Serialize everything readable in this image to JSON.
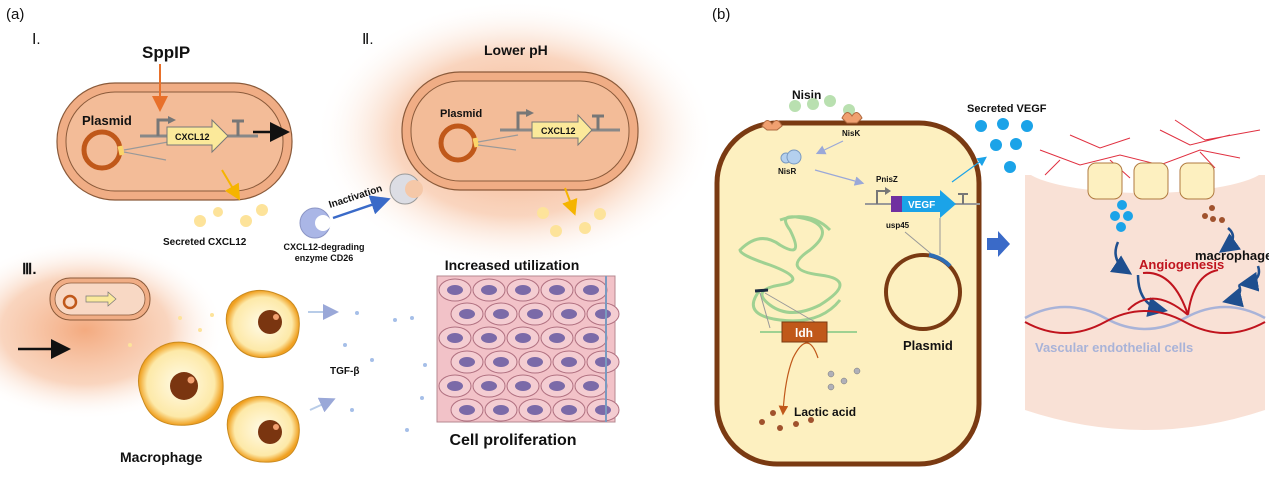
{
  "panel_a": {
    "label": "(a)",
    "step1": "Ⅰ.",
    "step2": "Ⅱ.",
    "step3": "Ⅲ.",
    "inducer": "SppIP",
    "plasmid": "Plasmid",
    "gene": "CXCL12",
    "secreted": "Secreted CXCL12",
    "lower_ph": "Lower pH",
    "inactivation": "Inactivation",
    "enzyme_line1": "CXCL12-degrading",
    "enzyme_line2": "enzyme CD26",
    "increased": "Increased utilization",
    "proliferation": "Cell proliferation",
    "tgf": "TGF-β",
    "macrophage": "Macrophage"
  },
  "panel_b": {
    "label": "(b)",
    "nisin": "Nisin",
    "nisk": "NisK",
    "nisr": "NisR",
    "promoter": "PnisZ",
    "gene": "VEGF",
    "signal": "usp45",
    "plasmid": "Plasmid",
    "secreted": "Secreted VEGF",
    "ldh": "ldh",
    "lactic": "Lactic acid",
    "angiogenesis": "Angiogenesis",
    "macrophages": "macrophages",
    "vascular": "Vascular endothelial cells"
  },
  "colors": {
    "cell_orange": "#f0ad85",
    "plasmid_brown": "#c0581a",
    "gene_yellow": "#fbe99a",
    "vegf_blue": "#1ba3e8",
    "angiogenesis_red": "#c0141e",
    "vascular_text": "#a9b3d8"
  }
}
